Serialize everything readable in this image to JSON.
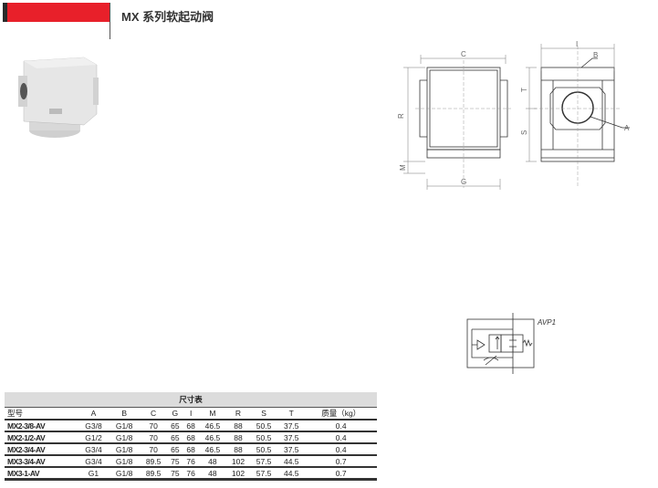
{
  "header": {
    "title": "MX 系列软起动阀"
  },
  "drawing": {
    "labels": {
      "C": "C",
      "R": "R",
      "M": "M",
      "G": "G",
      "I": "I",
      "B": "B",
      "T": "T",
      "S": "S",
      "A": "A"
    }
  },
  "symbol": {
    "label": "AVP1"
  },
  "table": {
    "caption": "尺寸表",
    "columns": [
      "型号",
      "A",
      "B",
      "C",
      "G",
      "I",
      "M",
      "R",
      "S",
      "T",
      "质量（kg）"
    ],
    "rows": [
      [
        "MX2-3/8-AV",
        "G3/8",
        "G1/8",
        "70",
        "65",
        "68",
        "46.5",
        "88",
        "50.5",
        "37.5",
        "0.4"
      ],
      [
        "MX2-1/2-AV",
        "G1/2",
        "G1/8",
        "70",
        "65",
        "68",
        "46.5",
        "88",
        "50.5",
        "37.5",
        "0.4"
      ],
      [
        "MX2-3/4-AV",
        "G3/4",
        "G1/8",
        "70",
        "65",
        "68",
        "46.5",
        "88",
        "50.5",
        "37.5",
        "0.4"
      ],
      [
        "MX3-3/4-AV",
        "G3/4",
        "G1/8",
        "89.5",
        "75",
        "76",
        "48",
        "102",
        "57.5",
        "44.5",
        "0.7"
      ],
      [
        "MX3-1-AV",
        "G1",
        "G1/8",
        "89.5",
        "75",
        "76",
        "48",
        "102",
        "57.5",
        "44.5",
        "0.7"
      ]
    ]
  }
}
